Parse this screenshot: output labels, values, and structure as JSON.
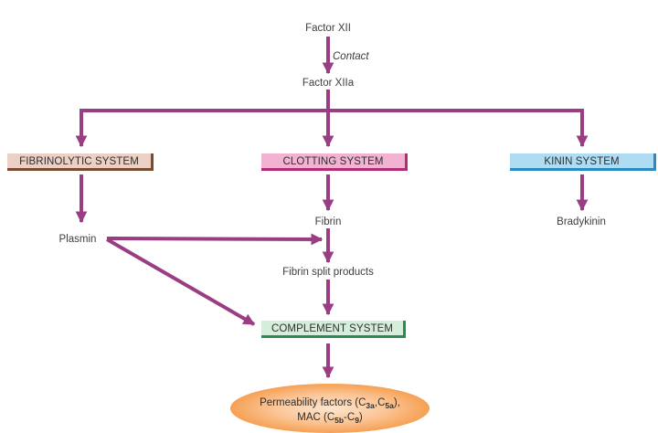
{
  "diagram": {
    "nodes": {
      "factor_xii": "Factor XII",
      "contact": "Contact",
      "factor_xiia": "Factor XIIa",
      "fibrinolytic_system": "FIBRINOLYTIC SYSTEM",
      "clotting_system": "CLOTTING SYSTEM",
      "kinin_system": "KININ SYSTEM",
      "plasmin": "Plasmin",
      "fibrin": "Fibrin",
      "fibrin_split_products": "Fibrin split products",
      "bradykinin": "Bradykinin",
      "complement_system": "COMPLEMENT SYSTEM",
      "permeability": {
        "line1_prefix": "Permeability factors (C",
        "sub_3a": "3a",
        "comma": ",C",
        "sub_5a": "5a",
        "line1_suffix": "),",
        "line2_prefix": "MAC (C",
        "sub_5b": "5b",
        "dash": "-C",
        "sub_9": "9",
        "line2_suffix": ")"
      }
    },
    "edges": [
      {
        "from": "Factor XII",
        "to": "Factor XIIa",
        "label": "Contact"
      },
      {
        "from": "Factor XIIa",
        "to": "FIBRINOLYTIC SYSTEM"
      },
      {
        "from": "Factor XIIa",
        "to": "CLOTTING SYSTEM"
      },
      {
        "from": "Factor XIIa",
        "to": "KININ SYSTEM"
      },
      {
        "from": "FIBRINOLYTIC SYSTEM",
        "to": "Plasmin"
      },
      {
        "from": "CLOTTING SYSTEM",
        "to": "Fibrin"
      },
      {
        "from": "KININ SYSTEM",
        "to": "Bradykinin"
      },
      {
        "from": "Plasmin",
        "to": "Fibrin"
      },
      {
        "from": "Plasmin",
        "to": "COMPLEMENT SYSTEM"
      },
      {
        "from": "Fibrin",
        "to": "Fibrin split products"
      },
      {
        "from": "Fibrin split products",
        "to": "COMPLEMENT SYSTEM"
      },
      {
        "from": "COMPLEMENT SYSTEM",
        "to": "Permeability factors"
      }
    ],
    "colors": {
      "arrow": "#9b3d82",
      "fibrinolytic_fill": "#ecd0c6",
      "clotting_fill": "#f2b3d3",
      "kinin_fill": "#aedcf2",
      "complement_fill": "#d5eedc",
      "permeability_fill": "#f5953f"
    }
  }
}
